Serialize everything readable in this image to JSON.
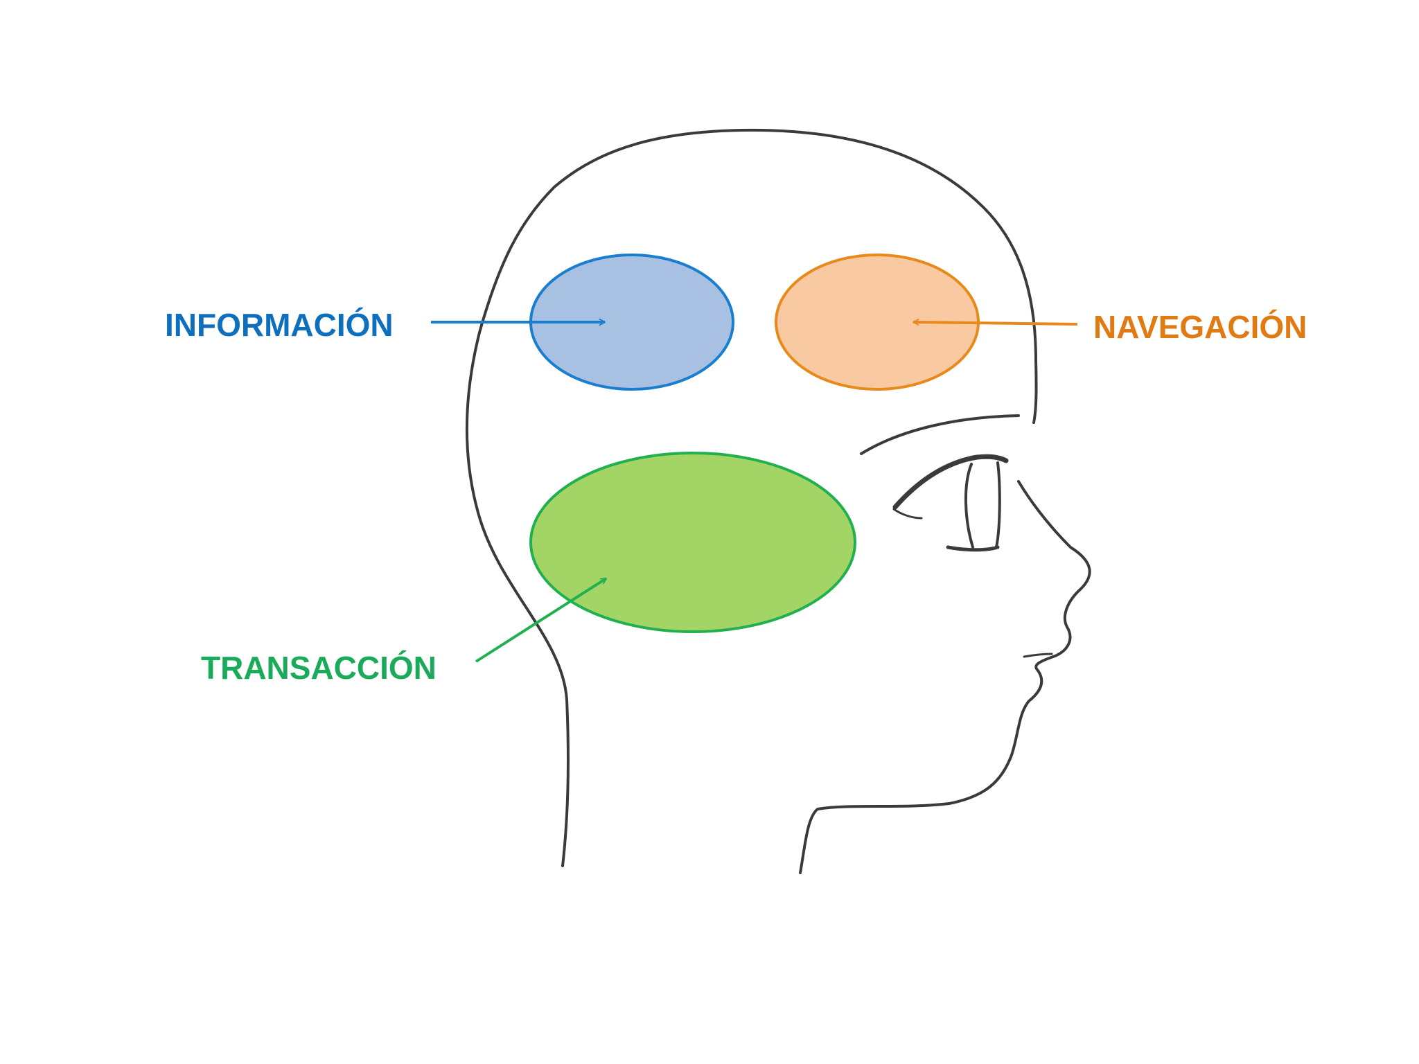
{
  "labels": {
    "informacion": "INFORMACIÓN",
    "navegacion": "NAVEGACIÓN",
    "transaccion": "TRANSACCIÓN"
  },
  "colors": {
    "informacion_text": "#0f6fbf",
    "informacion_fill": "#a8c1e3",
    "informacion_stroke": "#1a7ecf",
    "navegacion_text": "#e07a12",
    "navegacion_fill": "#f9caa2",
    "navegacion_stroke": "#e8891c",
    "transaccion_text": "#1aaa5a",
    "transaccion_fill": "#a2d466",
    "transaccion_stroke": "#22b04f",
    "sketch_line": "#3a3a3a",
    "background": "#ffffff"
  },
  "icons": {
    "figure": "head-profile-sketch"
  }
}
